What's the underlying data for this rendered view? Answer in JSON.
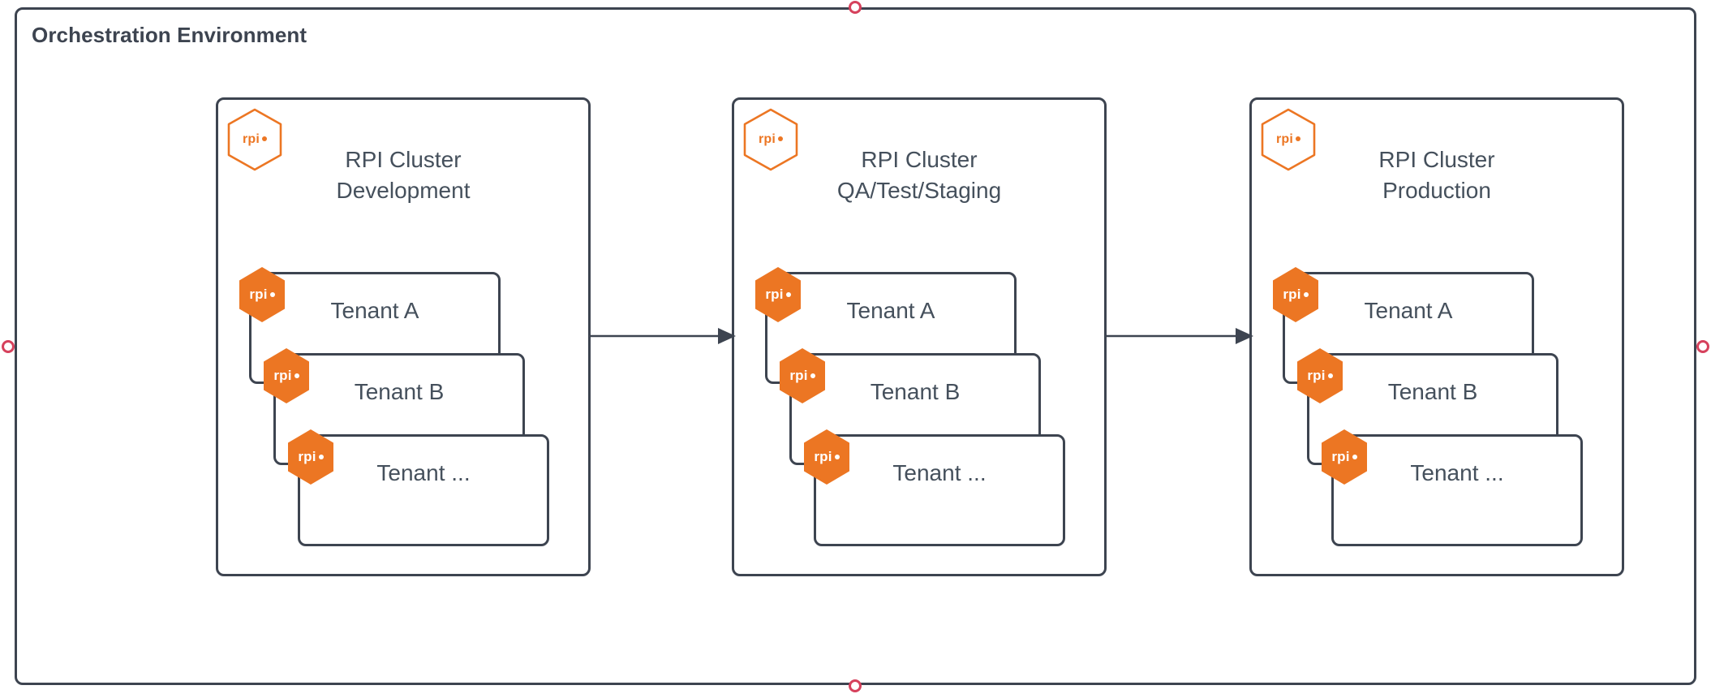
{
  "diagram": {
    "title": "Orchestration Environment",
    "colors": {
      "stroke": "#3d4450",
      "text": "#45505c",
      "accent": "#ec7623",
      "handle": "#d6415c",
      "background": "#ffffff"
    },
    "badge": {
      "label": "rpi",
      "dot": "●"
    },
    "clusters": [
      {
        "id": "development",
        "title": "RPI Cluster\nDevelopment",
        "title_line1": "RPI Cluster",
        "title_line2": "Development",
        "badge_label": "rpi",
        "tenants": [
          {
            "label": "Tenant A",
            "badge_label": "rpi"
          },
          {
            "label": "Tenant B",
            "badge_label": "rpi"
          },
          {
            "label": "Tenant ...",
            "badge_label": "rpi"
          }
        ]
      },
      {
        "id": "qa-test-staging",
        "title": "RPI Cluster\nQA/Test/Staging",
        "title_line1": "RPI Cluster",
        "title_line2": "QA/Test/Staging",
        "badge_label": "rpi",
        "tenants": [
          {
            "label": "Tenant A",
            "badge_label": "rpi"
          },
          {
            "label": "Tenant B",
            "badge_label": "rpi"
          },
          {
            "label": "Tenant ...",
            "badge_label": "rpi"
          }
        ]
      },
      {
        "id": "production",
        "title": "RPI Cluster\nProduction",
        "title_line1": "RPI Cluster",
        "title_line2": "Production",
        "badge_label": "rpi",
        "tenants": [
          {
            "label": "Tenant A",
            "badge_label": "rpi"
          },
          {
            "label": "Tenant B",
            "badge_label": "rpi"
          },
          {
            "label": "Tenant ...",
            "badge_label": "rpi"
          }
        ]
      }
    ],
    "connectors": [
      {
        "id": "dev-to-qa",
        "from": "development",
        "to": "qa-test-staging",
        "label": ""
      },
      {
        "id": "qa-to-prod",
        "from": "qa-test-staging",
        "to": "production",
        "label": ""
      }
    ],
    "handles": [
      {
        "position": "top"
      },
      {
        "position": "right"
      },
      {
        "position": "bottom"
      },
      {
        "position": "left"
      }
    ]
  }
}
